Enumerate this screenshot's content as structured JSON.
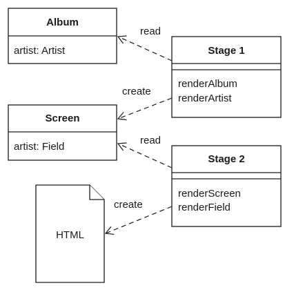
{
  "classes": {
    "album": {
      "name": "Album",
      "attributes": [
        "artist: Artist"
      ]
    },
    "screen": {
      "name": "Screen",
      "attributes": [
        "artist: Field"
      ]
    },
    "stage1": {
      "name": "Stage 1",
      "operations": [
        "renderAlbum",
        "renderArtist"
      ]
    },
    "stage2": {
      "name": "Stage 2",
      "operations": [
        "renderScreen",
        "renderField"
      ]
    }
  },
  "artifact": {
    "name": "HTML"
  },
  "dependencies": {
    "stage1_album": "read",
    "stage1_screen": "create",
    "stage2_screen": "read",
    "stage2_html": "create"
  }
}
